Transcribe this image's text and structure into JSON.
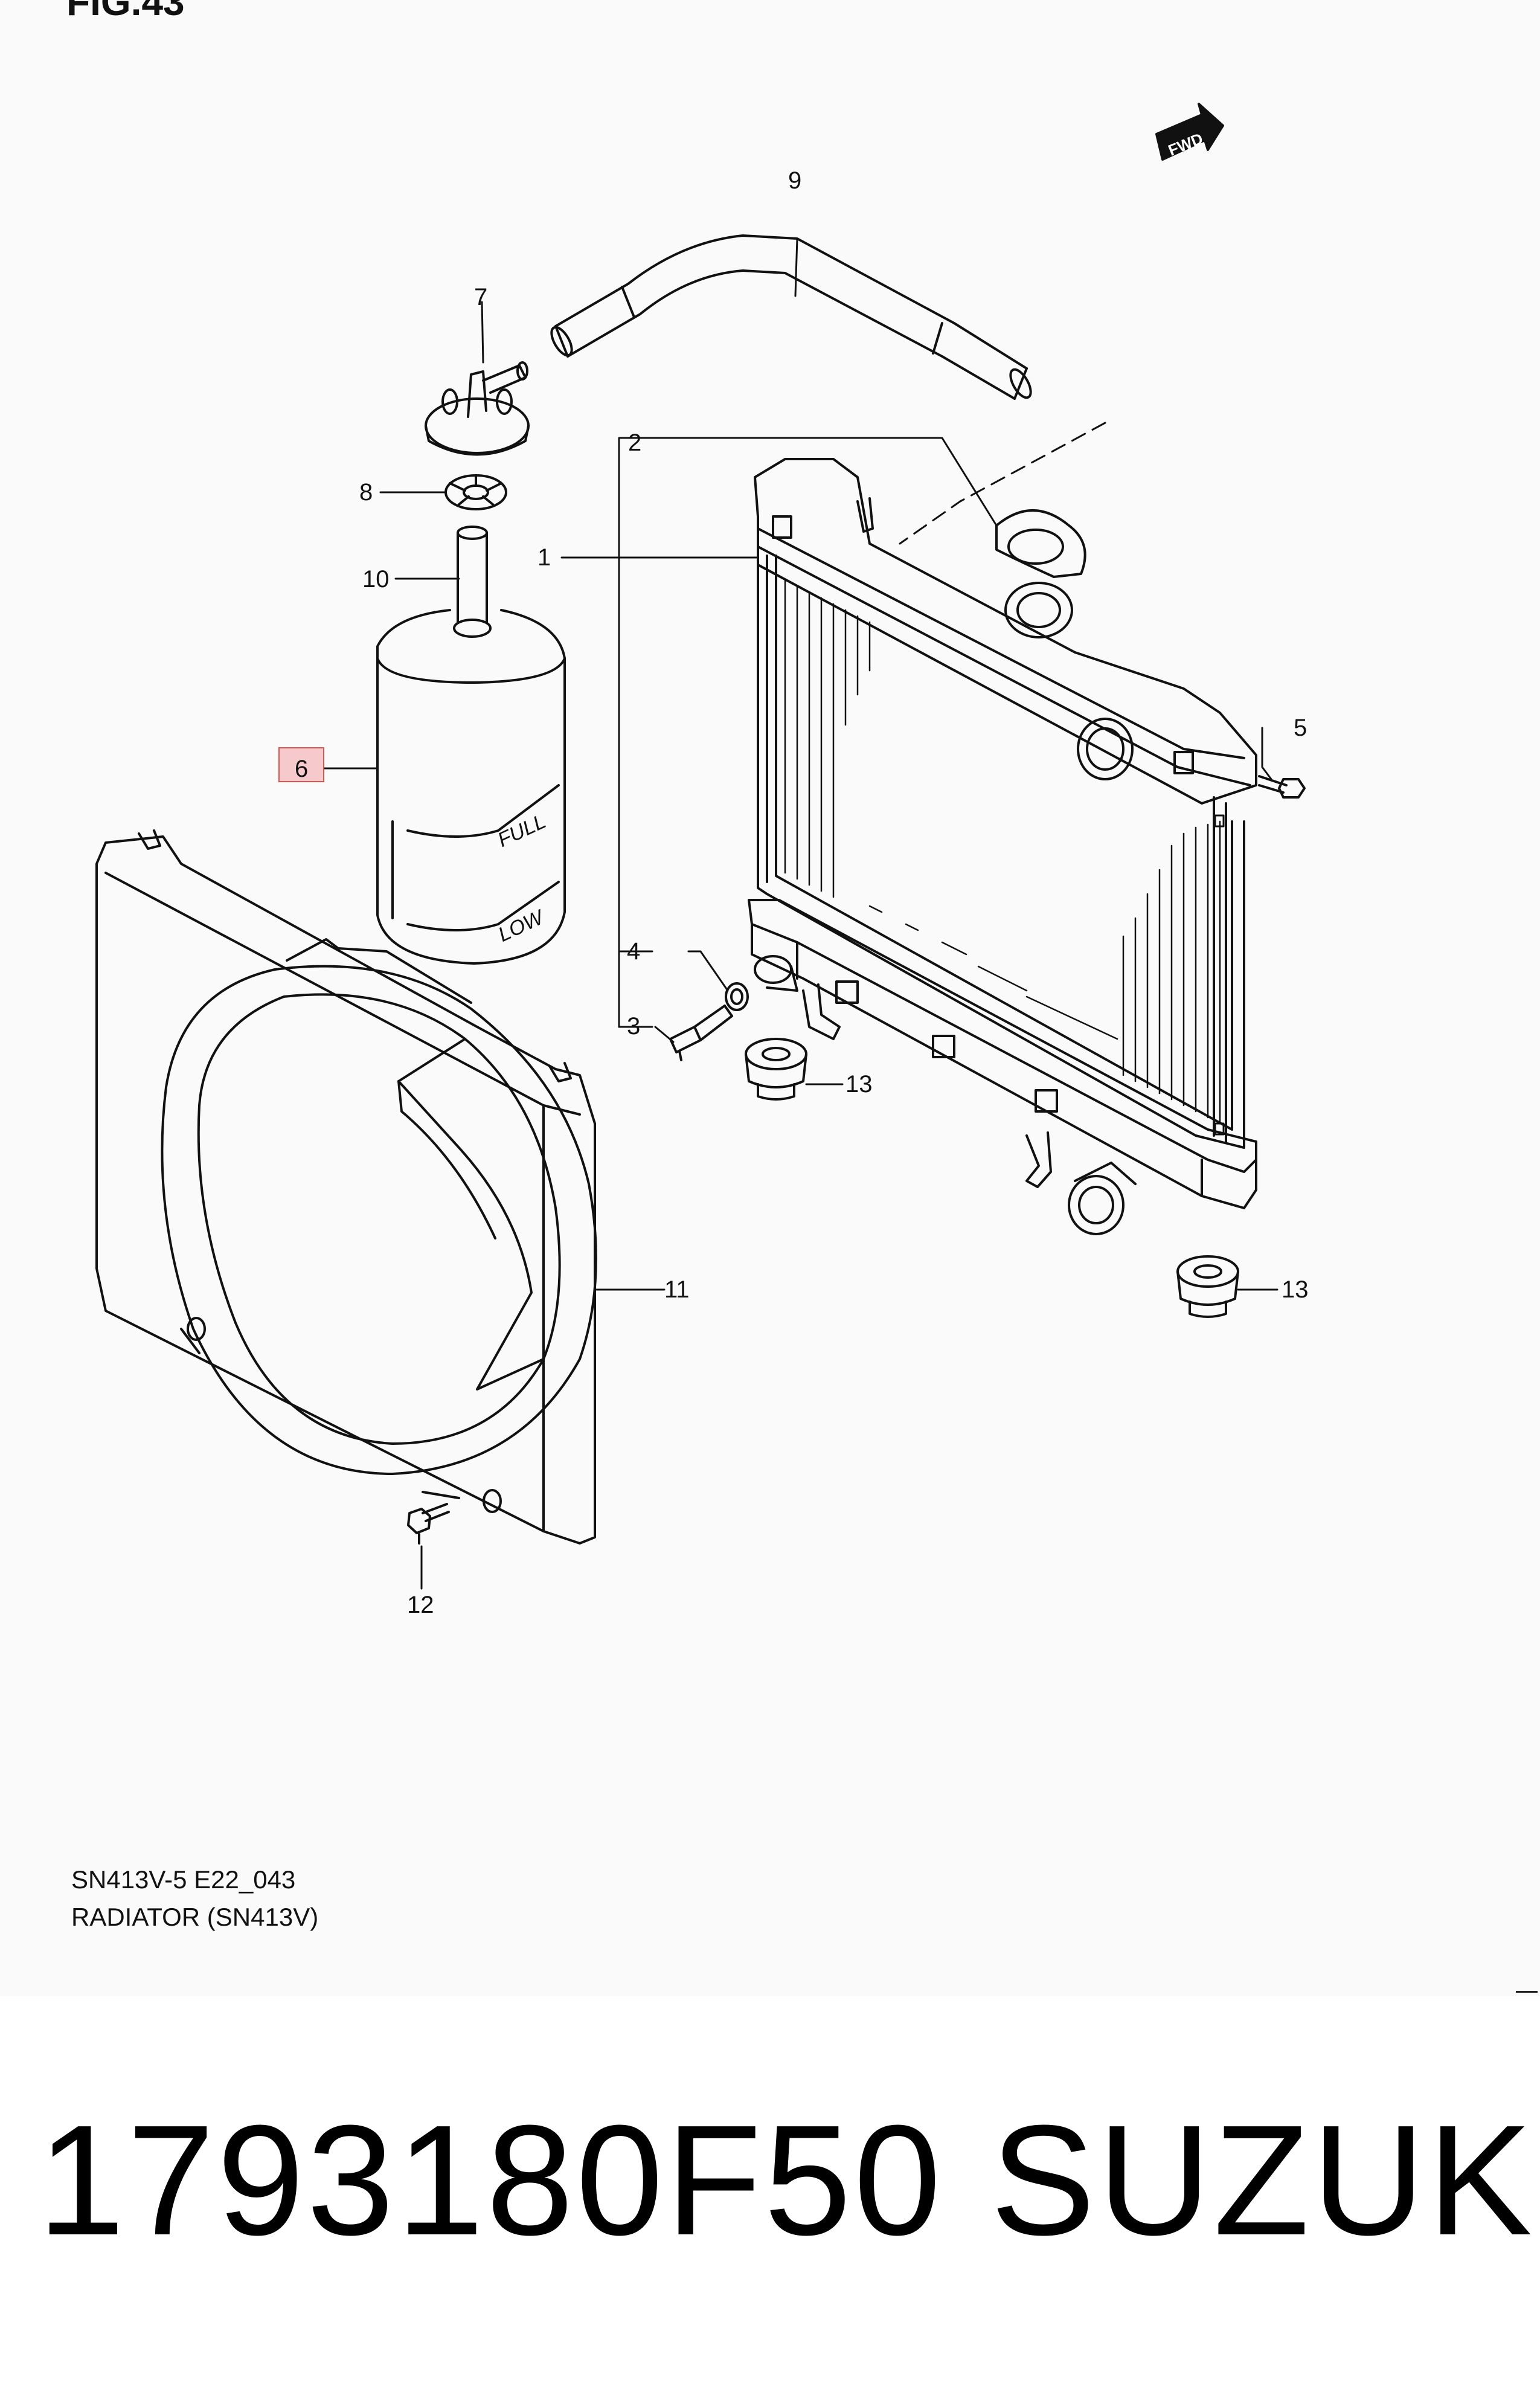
{
  "figure": {
    "label": "FIG.43",
    "fwd_mark": "FWD",
    "caption_code": "SN413V-5 E22_043",
    "caption_title": "RADIATOR (SN413V)"
  },
  "callouts": [
    {
      "id": "1",
      "text": "1",
      "highlighted": false
    },
    {
      "id": "2",
      "text": "2",
      "highlighted": false
    },
    {
      "id": "3",
      "text": "3",
      "highlighted": false
    },
    {
      "id": "4",
      "text": "4",
      "highlighted": false
    },
    {
      "id": "5",
      "text": "5",
      "highlighted": false
    },
    {
      "id": "6",
      "text": "6",
      "highlighted": true
    },
    {
      "id": "7",
      "text": "7",
      "highlighted": false
    },
    {
      "id": "8",
      "text": "8",
      "highlighted": false
    },
    {
      "id": "9",
      "text": "9",
      "highlighted": false
    },
    {
      "id": "10",
      "text": "10",
      "highlighted": false
    },
    {
      "id": "11",
      "text": "11",
      "highlighted": false
    },
    {
      "id": "12",
      "text": "12",
      "highlighted": false
    },
    {
      "id": "13a",
      "text": "13",
      "highlighted": false
    },
    {
      "id": "13b",
      "text": "13",
      "highlighted": false
    }
  ],
  "reservoir_marks": {
    "full": "FULL",
    "low": "LOW"
  },
  "colors": {
    "highlight_fill": "#f6c9cd",
    "highlight_stroke": "#d9534f",
    "line": "#111111"
  },
  "footer": {
    "part_number": "1793180F50",
    "brand": "SUZUKI"
  }
}
